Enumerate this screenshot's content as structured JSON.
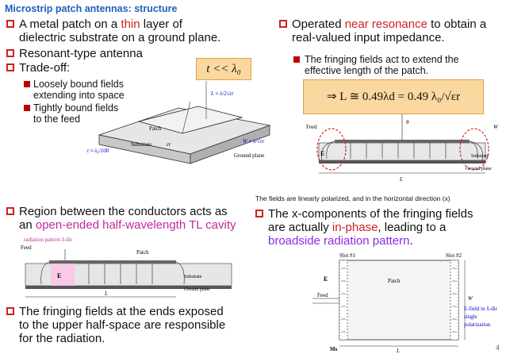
{
  "title": "Microstrip patch antennas: structure",
  "left": {
    "b1_pre": "A metal patch on a ",
    "b1_hl": "thin",
    "b1_post": " layer of",
    "b1_line2": "dielectric substrate on a ground plane.",
    "b2": "Resonant-type antenna",
    "b3": "Trade-off:",
    "s1_line1": "Loosely bound fields",
    "s1_line2": "extending into space",
    "s2_line1": "Tightly bound fields",
    "s2_line2": "to the feed"
  },
  "tbox": "t << λ₀",
  "fig1": {
    "L_label": "L ≈ λ/2√εr",
    "W_label": "W ≈ λ/√εr",
    "t_label": "t ≈ λ₀/100",
    "patch": "Patch",
    "substrate": "Substrate",
    "er": "εr",
    "ground": "Ground plane"
  },
  "right": {
    "b1_pre": "Operated ",
    "b1_hl": "near resonance",
    "b1_post": " to obtain a",
    "b1_line2": "real-valued input impedance.",
    "s1_line1": "The fringing fields act to extend the",
    "s1_line2": "effective length of the patch.",
    "formula": "⇒ L ≅ 0.49λd = 0.49 λ₀/√εr"
  },
  "fig2": {
    "feed": "Feed",
    "substrate": "Substrate",
    "ground": "Ground plane",
    "e": "E",
    "L": "L",
    "W": "W",
    "theta": "θ"
  },
  "mid_caption": "The fields are linearly polarized, and in the horizontal direction (x)",
  "lower_left": {
    "b1_line1": "Region between the conductors acts as",
    "b1_pre2": "an ",
    "b1_hl": "open-ended half-wavelength TL cavity",
    "radiation_label": "radiation pattern ẑ-dir",
    "b2_line1": "The fringing fields at the ends exposed",
    "b2_line2": "to the upper half-space are responsible",
    "b2_line3": "for the radiation."
  },
  "fig3": {
    "feed": "Feed",
    "patch": "Patch",
    "e": "E",
    "substrate": "Substrate",
    "ground": "Ground plane",
    "L": "L"
  },
  "lower_right": {
    "b1_pre": "The x-components of the fringing fields",
    "b1_pre2": "are actually ",
    "b1_hl": "in-phase",
    "b1_post2": ", leading to a",
    "b1_hl2": "broadside radiation pattern",
    "b1_end": "."
  },
  "fig4": {
    "slot1": "Slot #1",
    "slot2": "Slot #2",
    "patch": "Patch",
    "e": "E",
    "feed": "Feed",
    "L": "L",
    "W": "W",
    "ms": "Ms",
    "efield": "E-field in x̂-dir",
    "single": "single",
    "polarization": "polarization"
  },
  "page_number": "4"
}
